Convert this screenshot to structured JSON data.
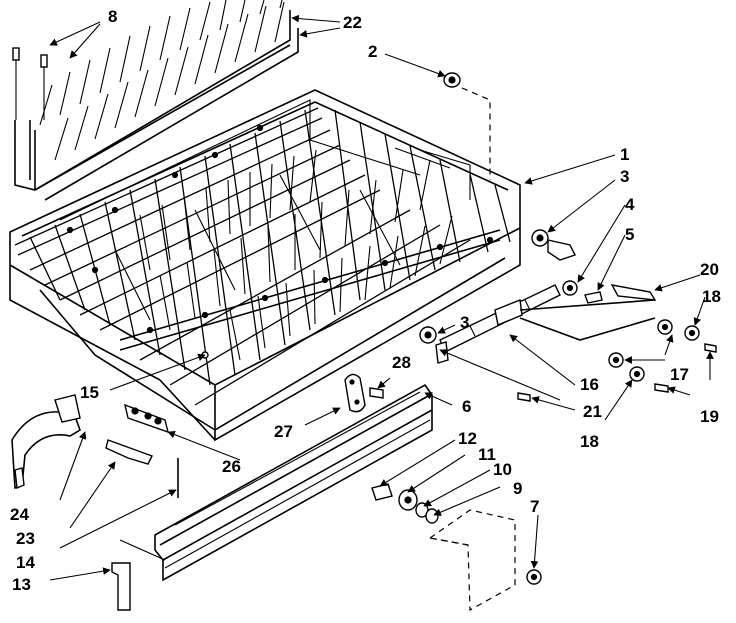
{
  "diagram": {
    "callouts": [
      {
        "id": "c1",
        "text": "1"
      },
      {
        "id": "c2",
        "text": "2"
      },
      {
        "id": "c3a",
        "text": "3"
      },
      {
        "id": "c3b",
        "text": "3"
      },
      {
        "id": "c4",
        "text": "4"
      },
      {
        "id": "c5",
        "text": "5"
      },
      {
        "id": "c6",
        "text": "6"
      },
      {
        "id": "c7",
        "text": "7"
      },
      {
        "id": "c8",
        "text": "8"
      },
      {
        "id": "c9",
        "text": "9"
      },
      {
        "id": "c10",
        "text": "10"
      },
      {
        "id": "c11",
        "text": "11"
      },
      {
        "id": "c12",
        "text": "12"
      },
      {
        "id": "c13",
        "text": "13"
      },
      {
        "id": "c14",
        "text": "14"
      },
      {
        "id": "c15",
        "text": "15"
      },
      {
        "id": "c16",
        "text": "16"
      },
      {
        "id": "c17",
        "text": "17"
      },
      {
        "id": "c18a",
        "text": "18"
      },
      {
        "id": "c18b",
        "text": "18"
      },
      {
        "id": "c19",
        "text": "19"
      },
      {
        "id": "c20",
        "text": "20"
      },
      {
        "id": "c21",
        "text": "21"
      },
      {
        "id": "c22",
        "text": "22"
      },
      {
        "id": "c23",
        "text": "23"
      },
      {
        "id": "c24",
        "text": "24"
      },
      {
        "id": "c26",
        "text": "26"
      },
      {
        "id": "c27",
        "text": "27"
      },
      {
        "id": "c28",
        "text": "28"
      }
    ]
  }
}
